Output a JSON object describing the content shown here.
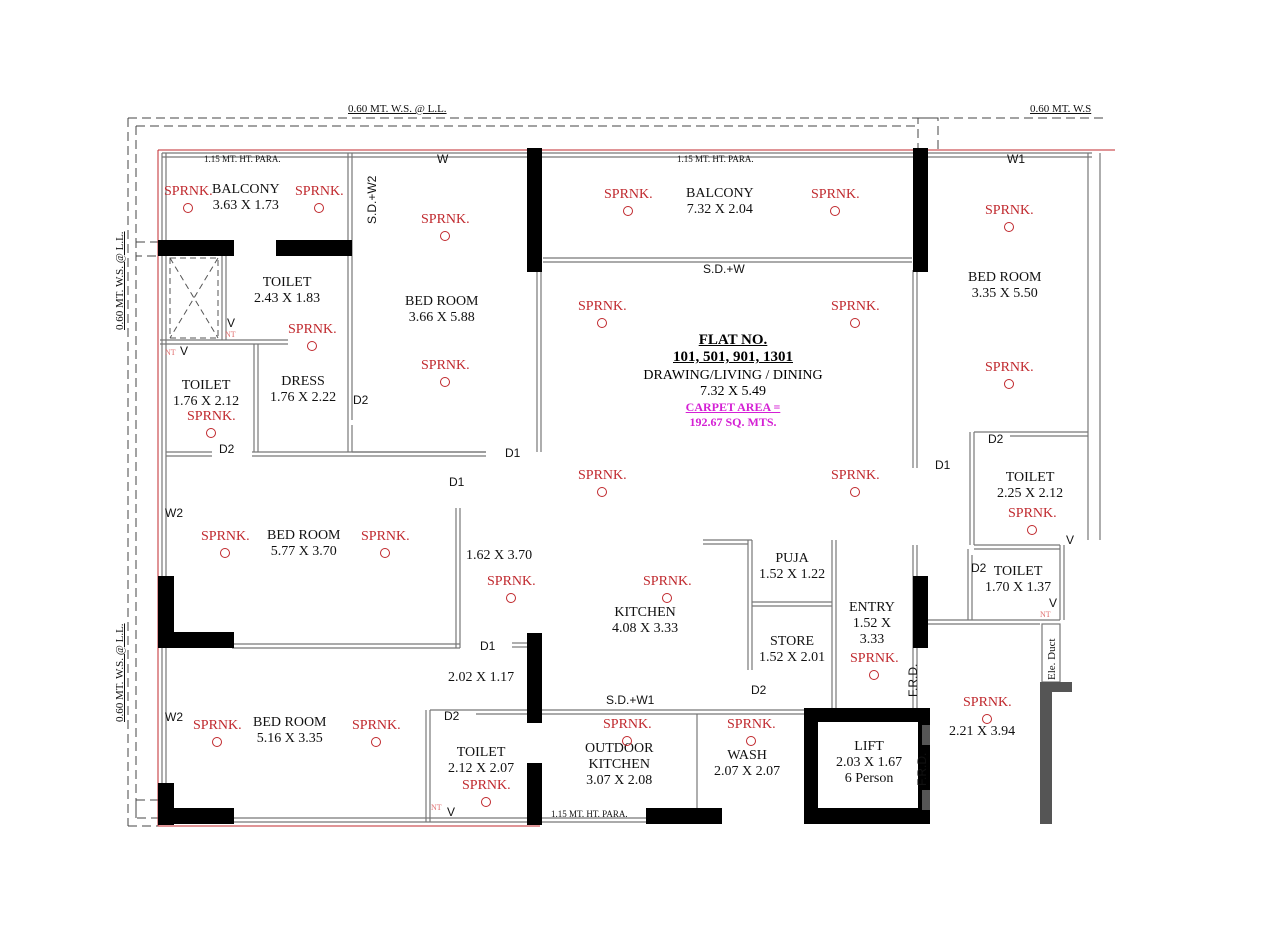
{
  "plan": {
    "flat_title": "FLAT NO.",
    "flat_numbers": "101, 501, 901, 1301",
    "living_name": "DRAWING/LIVING / DINING",
    "living_dims": "7.32 X 5.49",
    "carpet_label": "CARPET AREA =",
    "carpet_value": "192.67  SQ. MTS.",
    "colors": {
      "sprinkler": "#c0282d",
      "carpet_area": "#d41fd4",
      "wall": "#000000"
    }
  },
  "rooms": {
    "balcony_left": {
      "name": "BALCONY",
      "dims": "3.63 X 1.73"
    },
    "balcony_center": {
      "name": "BALCONY",
      "dims": "7.32 X 2.04"
    },
    "toilet_top": {
      "name": "TOILET",
      "dims": "2.43 X 1.83"
    },
    "bedroom_top_left": {
      "name": "BED ROOM",
      "dims": "3.66 X 5.88"
    },
    "bedroom_top_right": {
      "name": "BED ROOM",
      "dims": "3.35 X 5.50"
    },
    "toilet_small_left": {
      "name": "TOILET",
      "dims": "1.76 X 2.12"
    },
    "dress": {
      "name": "DRESS",
      "dims": "1.76 X 2.22"
    },
    "toilet_right_upper": {
      "name": "TOILET",
      "dims": "2.25 X 2.12"
    },
    "toilet_right_lower": {
      "name": "TOILET",
      "dims": "1.70 X 1.37"
    },
    "bedroom_mid_left": {
      "name": "BED ROOM",
      "dims": "5.77 X 3.70"
    },
    "passage": {
      "dims": "1.62 X 3.70"
    },
    "kitchen": {
      "name": "KITCHEN",
      "dims": "4.08 X 3.33"
    },
    "puja": {
      "name": "PUJA",
      "dims": "1.52 X 1.22"
    },
    "store": {
      "name": "STORE",
      "dims": "1.52 X 2.01"
    },
    "entry": {
      "name": "ENTRY",
      "dims1": "1.52 X",
      "dims2": "3.33"
    },
    "lobby": {
      "dims": "2.02 X 1.17"
    },
    "bedroom_bottom_left": {
      "name": "BED ROOM",
      "dims": "5.16 X 3.35"
    },
    "toilet_bottom": {
      "name": "TOILET",
      "dims": "2.12 X 2.07"
    },
    "outdoor_kitchen": {
      "name1": "OUTDOOR",
      "name2": "KITCHEN",
      "dims": "3.07 X 2.08"
    },
    "wash": {
      "name": "WASH",
      "dims": "2.07 X 2.07"
    },
    "lift": {
      "name": "LIFT",
      "dims": "2.03 X 1.67",
      "capacity": "6 Person"
    },
    "corridor": {
      "dims": "2.21 X 3.94"
    }
  },
  "sprinkler_label": "SPRNK.",
  "openings": {
    "w": "W",
    "w1": "W1",
    "w2": "W2",
    "sdw2": "S.D.+W2",
    "sdw": "S.D.+W",
    "sdw1": "S.D.+W1",
    "d1": "D1",
    "d2": "D2",
    "v": "V",
    "frd": "F.R.D.",
    "ele_duct": "Ele. Duct",
    "nt": "NT"
  },
  "annotations": {
    "ws_top": "0.60 MT. W.S. @ L.L.",
    "ws_top_right": "0.60 MT. W.S",
    "ws_left_upper": "0.60 MT. W.S. @ L.L.",
    "ws_left_lower": "0.60 MT. W.S. @ L.L.",
    "parapet": "1.15 MT. HT. PARA."
  }
}
